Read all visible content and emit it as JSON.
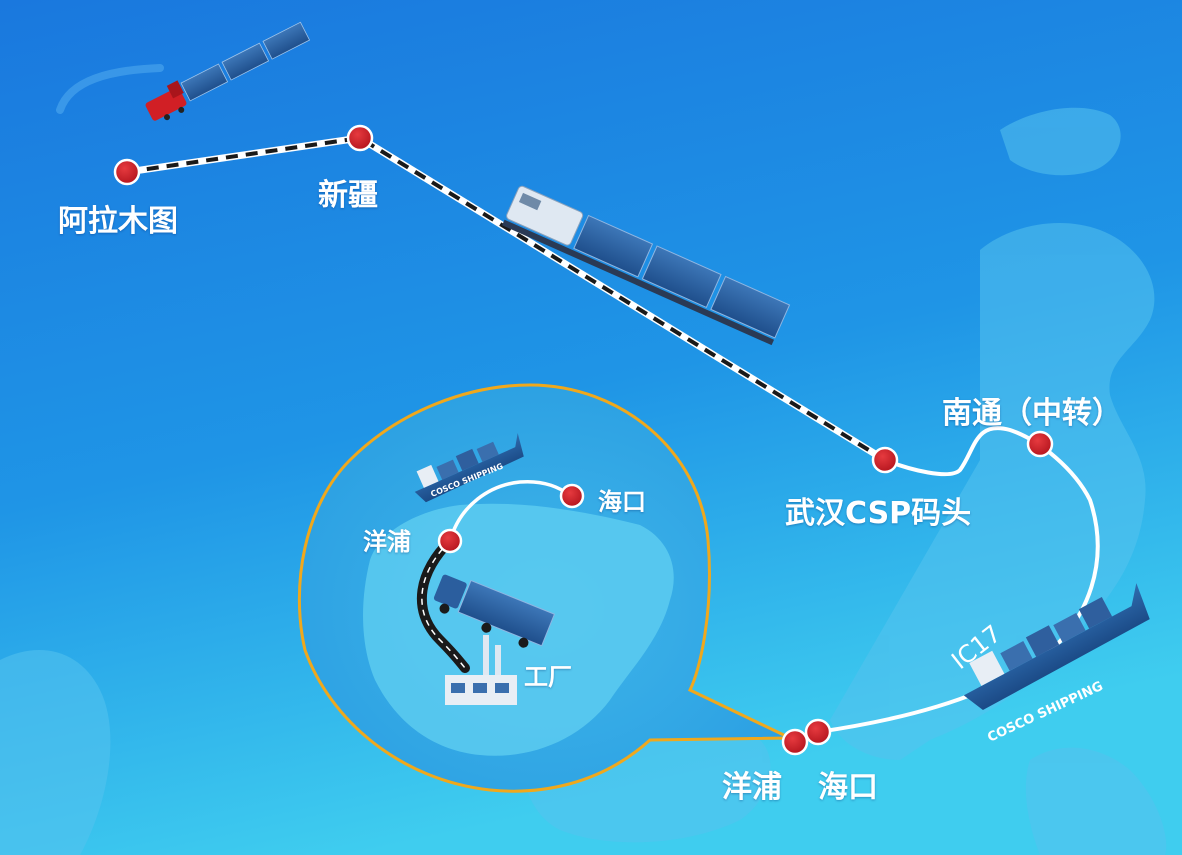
{
  "map": {
    "colors": {
      "sea_top": "#1e7fe0",
      "sea_bottom": "#3cc8ee",
      "land": "#5ecaf0",
      "rail": "#1a1a1a",
      "sea_route": "#ffffff",
      "inset_border": "#f0a81c",
      "marker": "#c8202a"
    },
    "stations": {
      "alamutu": "阿拉木图",
      "xinjiang": "新疆",
      "wuhan": "武汉CSP码头",
      "nantong": "南通（中转）",
      "yangpu": "洋浦",
      "haikou": "海口"
    },
    "route_code": "IC17",
    "inset": {
      "yangpu": "洋浦",
      "haikou": "海口",
      "factory": "工厂"
    },
    "ship_brand": "COSCO SHIPPING",
    "icons": [
      "freight-train-icon",
      "container-train-icon",
      "container-ship-icon",
      "container-truck-icon",
      "factory-icon",
      "location-marker-icon"
    ]
  }
}
